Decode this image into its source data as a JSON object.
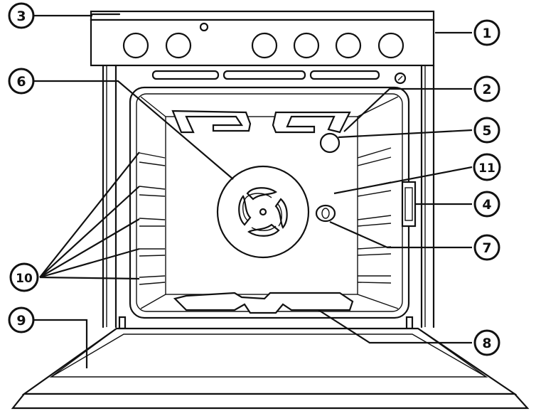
{
  "callouts": [
    {
      "id": "1",
      "label": "1"
    },
    {
      "id": "2",
      "label": "2"
    },
    {
      "id": "3",
      "label": "3"
    },
    {
      "id": "4",
      "label": "4"
    },
    {
      "id": "5",
      "label": "5"
    },
    {
      "id": "6",
      "label": "6"
    },
    {
      "id": "7",
      "label": "7"
    },
    {
      "id": "8",
      "label": "8"
    },
    {
      "id": "9",
      "label": "9"
    },
    {
      "id": "10",
      "label": "10"
    },
    {
      "id": "11",
      "label": "11"
    }
  ],
  "colors": {
    "stroke": "#111111",
    "background": "#ffffff"
  }
}
